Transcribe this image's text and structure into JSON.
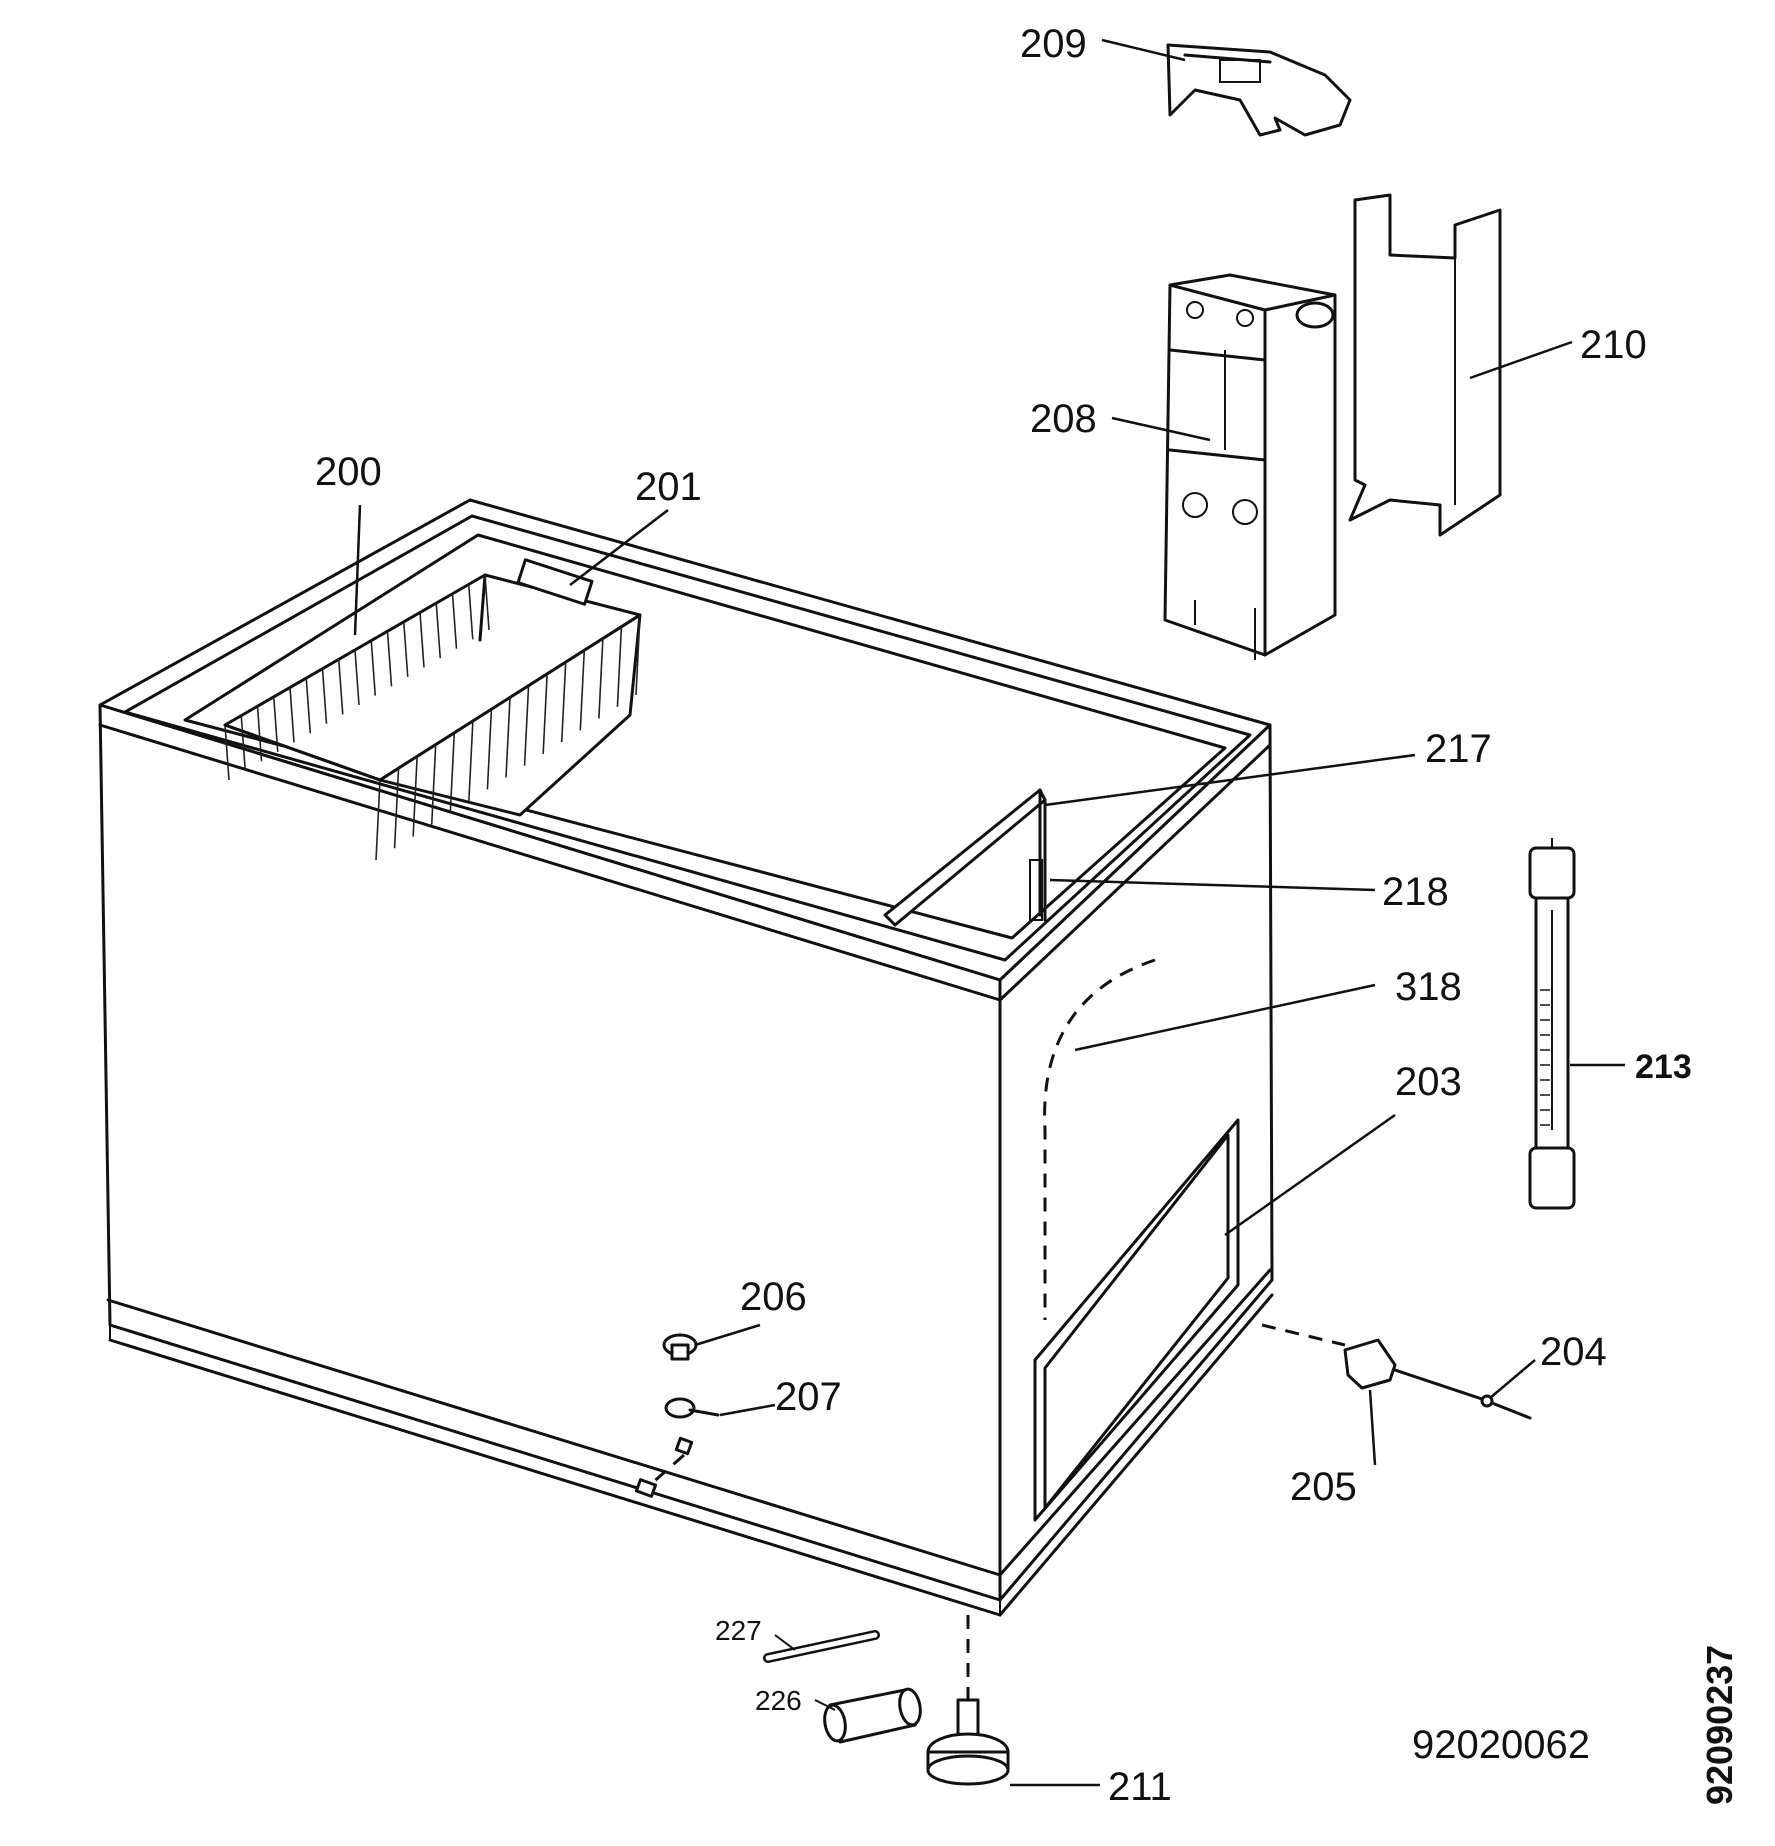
{
  "callouts": [
    {
      "id": "p200",
      "label": "200"
    },
    {
      "id": "p201",
      "label": "201"
    },
    {
      "id": "p203",
      "label": "203"
    },
    {
      "id": "p204",
      "label": "204"
    },
    {
      "id": "p205",
      "label": "205"
    },
    {
      "id": "p206",
      "label": "206"
    },
    {
      "id": "p207",
      "label": "207"
    },
    {
      "id": "p208",
      "label": "208"
    },
    {
      "id": "p209",
      "label": "209"
    },
    {
      "id": "p210",
      "label": "210"
    },
    {
      "id": "p211",
      "label": "211"
    },
    {
      "id": "p213",
      "label": "213"
    },
    {
      "id": "p217",
      "label": "217"
    },
    {
      "id": "p218",
      "label": "218"
    },
    {
      "id": "p226",
      "label": "226"
    },
    {
      "id": "p227",
      "label": "227"
    },
    {
      "id": "p318",
      "label": "318"
    }
  ],
  "codes": {
    "drawing_number": "92020062",
    "vertical_code": "92090237"
  }
}
